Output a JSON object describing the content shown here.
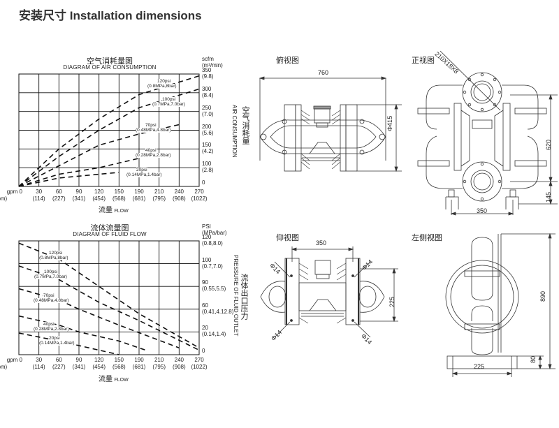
{
  "page": {
    "title": "安装尺寸 Installation dimensions"
  },
  "chart_data": [
    {
      "type": "line",
      "title": "空气消耗量图",
      "subtitle": "DIAGRAM OF AIR CONSUMPTION",
      "xlabel_cn": "流量",
      "xlabel_en": "FLOW",
      "x_unit_primary": "gpm",
      "x_unit_secondary": "(lpm)",
      "x_ticks": [
        {
          "gpm": "0",
          "lpm": ""
        },
        {
          "gpm": "30",
          "lpm": "(114)"
        },
        {
          "gpm": "60",
          "lpm": "(227)"
        },
        {
          "gpm": "90",
          "lpm": "(341)"
        },
        {
          "gpm": "120",
          "lpm": "(454)"
        },
        {
          "gpm": "150",
          "lpm": "(568)"
        },
        {
          "gpm": "190",
          "lpm": "(681)"
        },
        {
          "gpm": "210",
          "lpm": "(795)"
        },
        {
          "gpm": "240",
          "lpm": "(908)"
        },
        {
          "gpm": "270",
          "lpm": "(1022)"
        }
      ],
      "y_unit_line1": "scfm",
      "y_unit_line2": "(m³/min)",
      "ylabel_cn": "空气消耗量",
      "ylabel_en": "AIR CONSUMPTION",
      "y_ticks": [
        {
          "value": "350",
          "metric": "(9.8)"
        },
        {
          "value": "300",
          "metric": "(8.4)"
        },
        {
          "value": "250",
          "metric": "(7.0)"
        },
        {
          "value": "200",
          "metric": "(5.6)"
        },
        {
          "value": "150",
          "metric": "(4.2)"
        },
        {
          "value": "100",
          "metric": "(2.8)"
        },
        {
          "value": "0",
          "metric": ""
        }
      ],
      "grid": true,
      "series": [
        {
          "name": "120psi",
          "sub": "(0.8MPa,8bar)",
          "points": [
            [
              0,
              0
            ],
            [
              60,
              150
            ],
            [
              120,
              230
            ],
            [
              180,
              295
            ],
            [
              270,
              345
            ]
          ]
        },
        {
          "name": "100psi",
          "sub": "(0.7MPa,7.0bar)",
          "points": [
            [
              0,
              0
            ],
            [
              60,
              130
            ],
            [
              120,
              200
            ],
            [
              180,
              260
            ],
            [
              270,
              310
            ]
          ]
        },
        {
          "name": "70psi",
          "sub": "(0.48MPa,4.8bar)",
          "points": [
            [
              0,
              0
            ],
            [
              60,
              105
            ],
            [
              120,
              160
            ],
            [
              180,
              190
            ],
            [
              240,
              215
            ]
          ]
        },
        {
          "name": "40psi",
          "sub": "(0.28MPa,2.8bar)",
          "points": [
            [
              0,
              0
            ],
            [
              60,
              65
            ],
            [
              120,
              100
            ],
            [
              180,
              125
            ]
          ]
        },
        {
          "name": "20psi",
          "sub": "(0.14MPa,1.4bar)",
          "points": [
            [
              0,
              0
            ],
            [
              60,
              45
            ],
            [
              120,
              65
            ],
            [
              150,
              75
            ]
          ]
        }
      ]
    },
    {
      "type": "line",
      "title": "流体流量图",
      "subtitle": "DIAGRAM OF FLUID FLOW",
      "xlabel_cn": "流量",
      "xlabel_en": "FLOW",
      "x_unit_primary": "gpm",
      "x_unit_secondary": "(lpm)",
      "x_ticks": [
        {
          "gpm": "0",
          "lpm": ""
        },
        {
          "gpm": "30",
          "lpm": "(114)"
        },
        {
          "gpm": "60",
          "lpm": "(227)"
        },
        {
          "gpm": "90",
          "lpm": "(341)"
        },
        {
          "gpm": "120",
          "lpm": "(454)"
        },
        {
          "gpm": "150",
          "lpm": "(568)"
        },
        {
          "gpm": "190",
          "lpm": "(681)"
        },
        {
          "gpm": "210",
          "lpm": "(795)"
        },
        {
          "gpm": "240",
          "lpm": "(908)"
        },
        {
          "gpm": "270",
          "lpm": "(1022)"
        }
      ],
      "y_unit_line1": "PSI",
      "y_unit_line2": "(MPa/bar)",
      "ylabel_cn": "流体出口压力",
      "ylabel_en": "PRESSURE OF FLUID OUTLET",
      "y_ticks": [
        {
          "value": "120",
          "metric": "(0.8,8.0)"
        },
        {
          "value": "100",
          "metric": "(0.7,7.0)"
        },
        {
          "value": "90",
          "metric": "(0.55,5.5)"
        },
        {
          "value": "60",
          "metric": "(0.41,4.12.8)"
        },
        {
          "value": "20",
          "metric": "(0.14,1.4)"
        },
        {
          "value": "0",
          "metric": ""
        }
      ],
      "grid": true,
      "series": [
        {
          "name": "120psi",
          "sub": "(0.8MPa,8bar)",
          "points": [
            [
              0,
              4.9
            ],
            [
              60,
              4.2
            ],
            [
              120,
              3.0
            ],
            [
              180,
              1.8
            ],
            [
              270,
              0.3
            ]
          ]
        },
        {
          "name": "100psi",
          "sub": "(0.7MPa,7.0bar)",
          "points": [
            [
              0,
              3.9
            ],
            [
              60,
              3.3
            ],
            [
              120,
              2.3
            ],
            [
              180,
              1.5
            ],
            [
              270,
              0.2
            ]
          ]
        },
        {
          "name": "70psi",
          "sub": "(0.48MPa,4.8bar)",
          "points": [
            [
              0,
              2.9
            ],
            [
              60,
              2.4
            ],
            [
              90,
              2.0
            ],
            [
              150,
              1.3
            ],
            [
              240,
              0.3
            ]
          ]
        },
        {
          "name": "40psi",
          "sub": "(0.28MPa,2.8bar)",
          "points": [
            [
              0,
              1.7
            ],
            [
              60,
              1.3
            ],
            [
              90,
              1.0
            ],
            [
              150,
              0.6
            ],
            [
              190,
              0.2
            ]
          ]
        },
        {
          "name": "20psi",
          "sub": "(0.14MPa,1.4bar)",
          "points": [
            [
              0,
              0.95
            ],
            [
              60,
              0.6
            ],
            [
              90,
              0.4
            ],
            [
              150,
              0.0
            ]
          ]
        }
      ]
    }
  ],
  "views": {
    "top": {
      "title": "俯视图",
      "width_dim": "760",
      "diameter_dim": "Φ415"
    },
    "front": {
      "title": "正视图",
      "flange_dim": "210X18X8",
      "height_dim": "620",
      "base_height_dim": "145",
      "base_width_dim": "350"
    },
    "bottom": {
      "title": "仰视图",
      "width_dim": "350",
      "depth_dim": "225",
      "hole_dim": "Φ14"
    },
    "left": {
      "title": "左侧视图",
      "height_dim": "890",
      "base_height_dim": "80",
      "base_width_dim": "225"
    }
  }
}
